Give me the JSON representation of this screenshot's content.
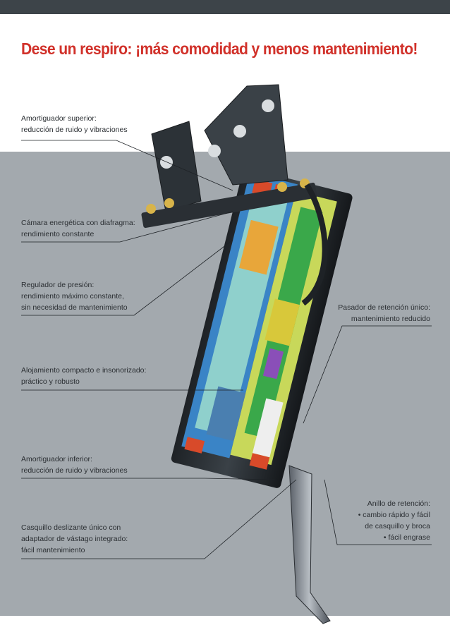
{
  "title": "Dese un respiro: ¡más comodidad y menos mantenimiento!",
  "labels": {
    "upper_damper": [
      "Amortiguador superior:",
      "reducción de ruido y vibraciones"
    ],
    "energy_chamber": [
      "Cámara energética con diafragma:",
      "rendimiento constante"
    ],
    "pressure_regulator": [
      "Regulador de presión:",
      "rendimiento máximo constante,",
      "sin necesidad de mantenimiento"
    ],
    "retaining_pin": [
      "Pasador de retención único:",
      "mantenimiento reducido"
    ],
    "housing": [
      "Alojamiento compacto e insonorizado:",
      "práctico y robusto"
    ],
    "lower_damper": [
      "Amortiguador inferior:",
      "reducción de ruido y vibraciones"
    ],
    "retaining_ring": [
      "Anillo de retención:",
      "• cambio rápido y fácil",
      "de casquillo y broca",
      "• fácil engrase"
    ],
    "sliding_bushing": [
      "Casquillo deslizante único con",
      "adaptador de vástago integrado:",
      "fácil mantenimiento"
    ]
  },
  "colors": {
    "title_red": "#d1312a",
    "grey_band": "#a3a9ae",
    "top_bar": "#3d4449"
  }
}
